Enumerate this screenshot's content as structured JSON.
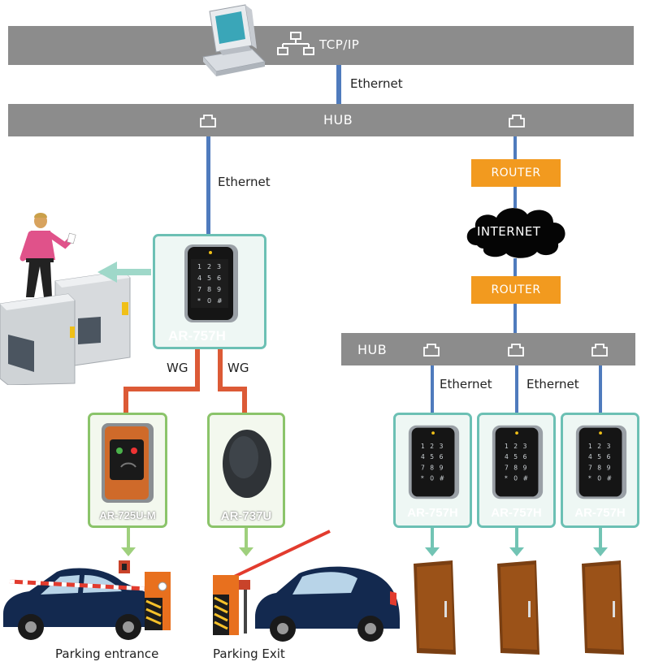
{
  "network": {
    "top_bar_label": "TCP/IP",
    "top_link_label": "Ethernet",
    "hub_main_label": "HUB",
    "hub_down_link_label": "Ethernet",
    "router_top_label": "ROUTER",
    "internet_label": "INTERNET",
    "router_bottom_label": "ROUTER",
    "hub_remote_label": "HUB",
    "remote_link_1_label": "Ethernet",
    "remote_link_2_label": "Ethernet"
  },
  "devices": {
    "main_controller": "AR-757H",
    "wg_left": "WG",
    "wg_right": "WG",
    "reader_entrance": "AR-725U-M",
    "reader_exit": "AR-737U",
    "remote_1": "AR-757H",
    "remote_2": "AR-757H",
    "remote_3": "AR-757H"
  },
  "captions": {
    "parking_entrance": "Parking entrance",
    "parking_exit": "Parking Exit"
  },
  "colors": {
    "bus_gray": "#8c8c8c",
    "ethernet_blue": "#4f7bbd",
    "wiegand_red": "#dc5a36",
    "router_orange": "#f29a1f",
    "teal_frame": "#6cc0b4",
    "green_frame": "#8bc46a"
  }
}
